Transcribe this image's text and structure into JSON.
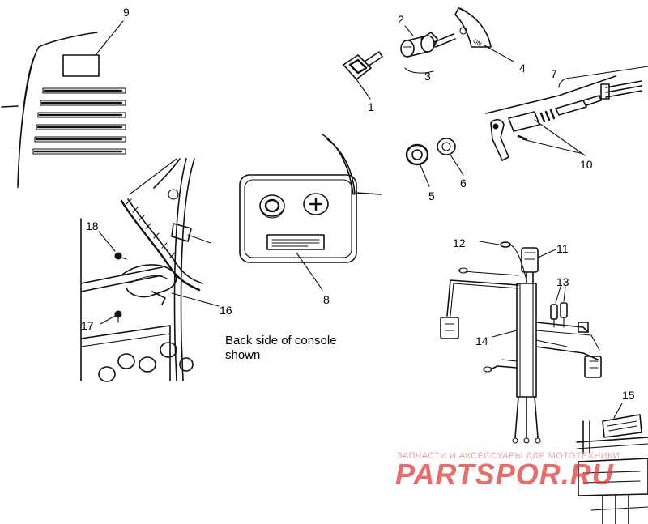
{
  "diagram": {
    "callouts": [
      {
        "id": "1",
        "label": "1"
      },
      {
        "id": "2",
        "label": "2"
      },
      {
        "id": "3",
        "label": "3"
      },
      {
        "id": "4",
        "label": "4"
      },
      {
        "id": "5",
        "label": "5"
      },
      {
        "id": "6",
        "label": "6"
      },
      {
        "id": "7",
        "label": "7"
      },
      {
        "id": "8",
        "label": "8"
      },
      {
        "id": "9",
        "label": "9"
      },
      {
        "id": "10",
        "label": "10"
      },
      {
        "id": "11",
        "label": "11"
      },
      {
        "id": "12",
        "label": "12"
      },
      {
        "id": "13",
        "label": "13"
      },
      {
        "id": "14",
        "label": "14"
      },
      {
        "id": "15",
        "label": "15"
      },
      {
        "id": "16",
        "label": "16"
      },
      {
        "id": "17",
        "label": "17"
      },
      {
        "id": "18",
        "label": "18"
      }
    ],
    "caption_line1": "Back side of console",
    "caption_line2": "shown",
    "switch_label": "ON"
  },
  "watermark": {
    "tagline": "ЗАПЧАСТИ И АКСЕССУАРЫ ДЛЯ МОТОТЕХНИКИ",
    "brand": "PARTSPOR.RU"
  }
}
